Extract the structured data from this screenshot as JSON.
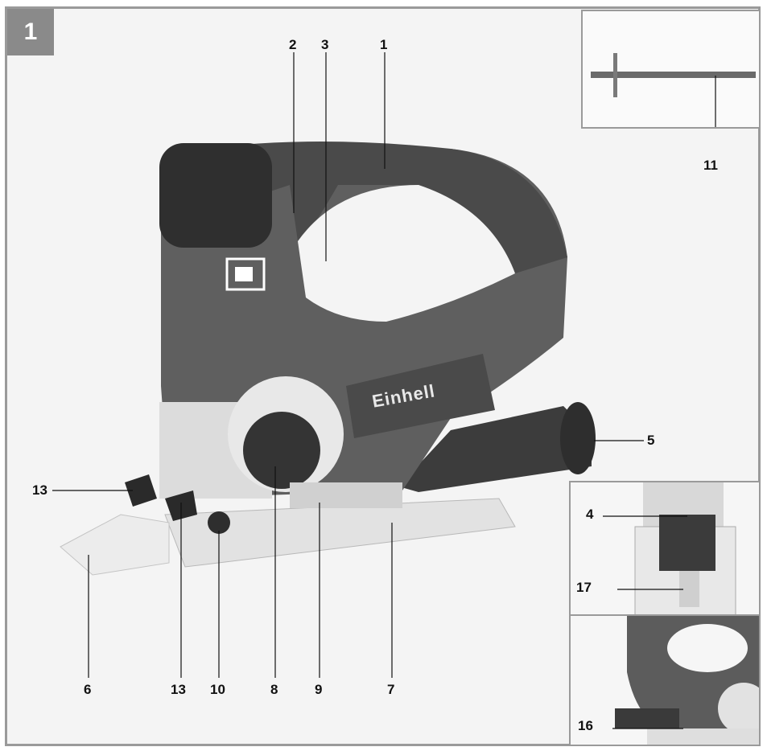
{
  "figure": {
    "number": "1"
  },
  "brand": {
    "wordmark": "Einhell"
  },
  "callouts": {
    "c1": "1",
    "c2": "2",
    "c3": "3",
    "c4": "4",
    "c5": "5",
    "c6": "6",
    "c7": "7",
    "c8": "8",
    "c9": "9",
    "c10": "10",
    "c11": "11",
    "c13a": "13",
    "c13b": "13",
    "c16": "16",
    "c17": "17"
  },
  "colors": {
    "frame": "#9a9a9a",
    "tool_body": "#5e5e5e",
    "tool_dark": "#3a3a3a",
    "base_plate": "#dedede"
  }
}
